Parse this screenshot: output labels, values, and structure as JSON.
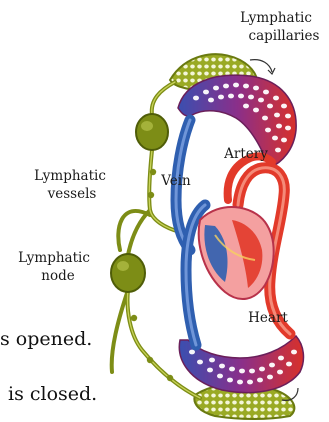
{
  "labels": {
    "lymphatic_capillaries_line1": "Lymphatic",
    "lymphatic_capillaries_line2": "capillaries",
    "lymphatic_vessels_line1": "Lymphatic",
    "lymphatic_vessels_line2": "vessels",
    "lymphatic_node_line1": "Lymphatic",
    "lymphatic_node_line2": "node",
    "vein": "Vein",
    "artery": "Artery",
    "heart": "Heart"
  },
  "body_text": {
    "line1": "s opened.",
    "line2": "is closed."
  },
  "colors": {
    "lymph": "#8a9a1e",
    "lymph_dark": "#5a6a0e",
    "vein": "#2f5fb0",
    "artery": "#e23a2a",
    "capillary_mix": "#8a3a8a",
    "heart_pink": "#f4a0a0"
  }
}
